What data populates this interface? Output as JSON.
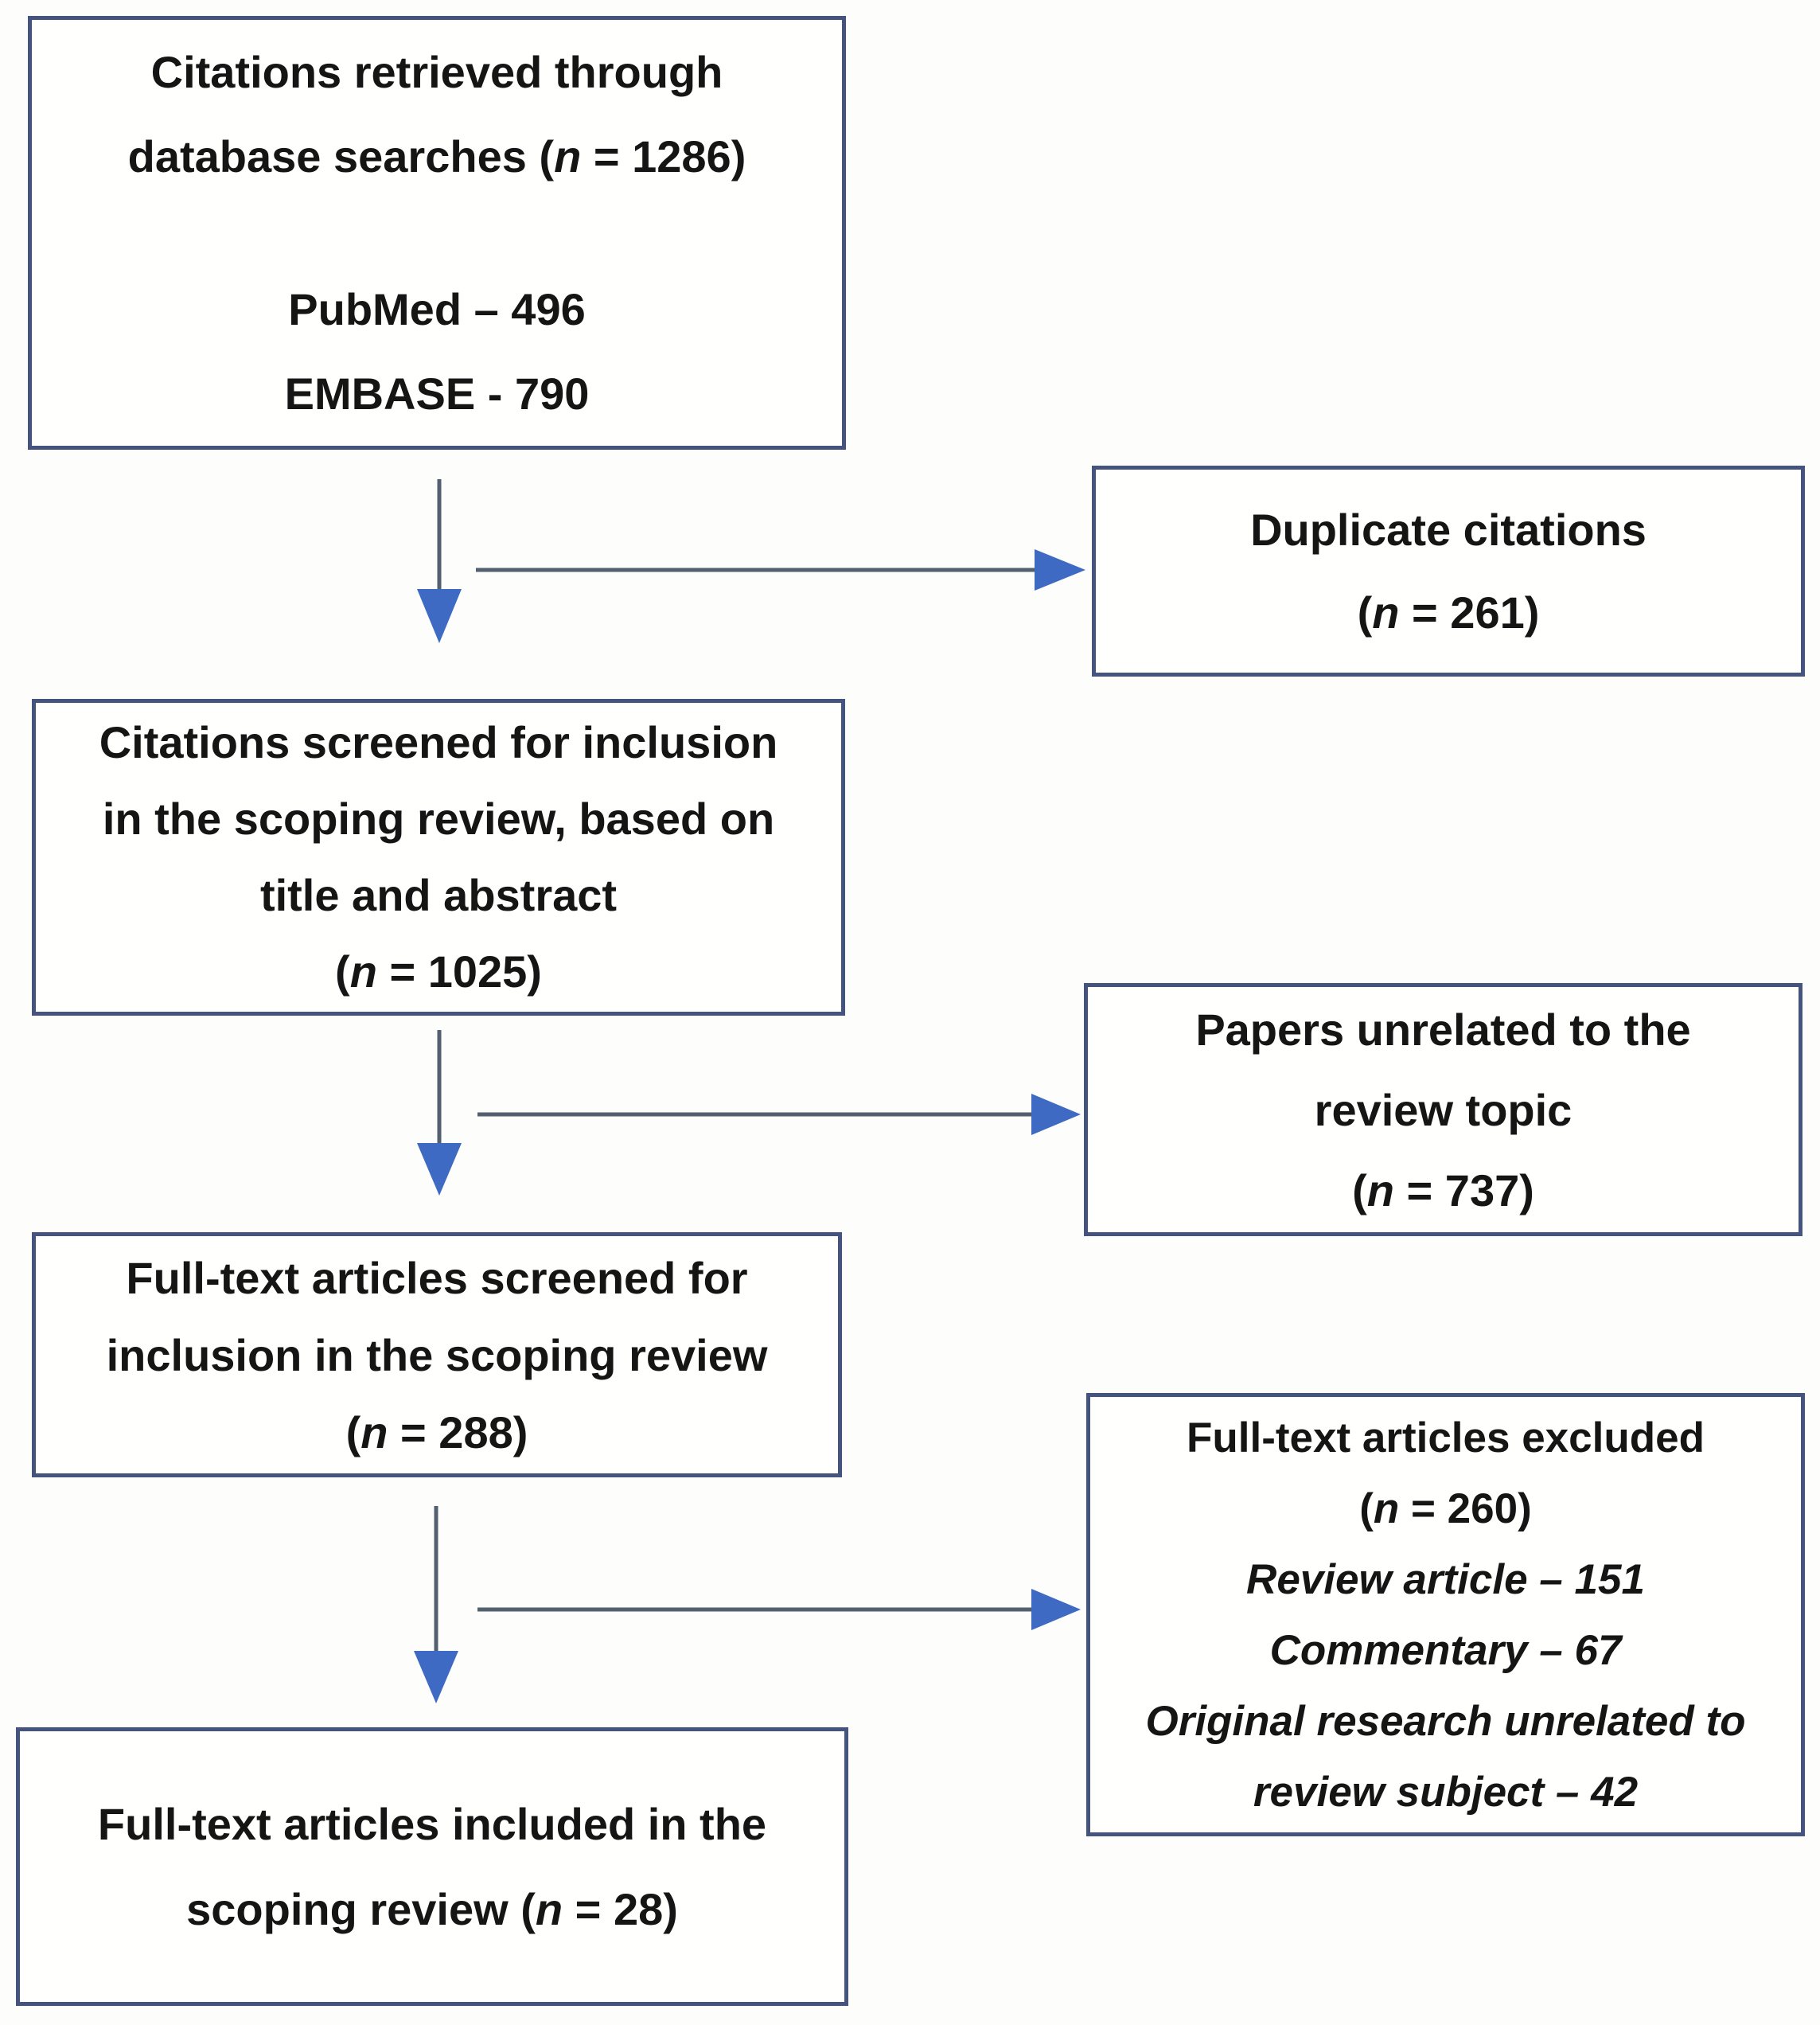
{
  "figure": {
    "type": "prisma-flow-diagram",
    "boxes": {
      "retrieved": {
        "l1": "Citations retrieved through",
        "l2_pre": "database searches (",
        "l2_n": "n",
        "l2_post": " = 1286)",
        "l3": "PubMed – 496",
        "l4": "EMBASE - 790"
      },
      "duplicates": {
        "l1": "Duplicate citations",
        "l2_pre": "(",
        "l2_n": "n",
        "l2_post": " = 261)"
      },
      "screened": {
        "l1": "Citations screened for inclusion",
        "l2": "in the scoping review, based on",
        "l3": "title and abstract",
        "l4_pre": "(",
        "l4_n": "n",
        "l4_post": " = 1025)"
      },
      "unrelated": {
        "l1": "Papers unrelated to the",
        "l2": "review topic",
        "l3_pre": "(",
        "l3_n": "n",
        "l3_post": " = 737)"
      },
      "fulltext": {
        "l1": "Full-text articles screened for",
        "l2": "inclusion in the scoping review",
        "l3_pre": "(",
        "l3_n": "n",
        "l3_post": " = 288)"
      },
      "excluded": {
        "l1": "Full-text articles excluded",
        "l2_pre": "(",
        "l2_n": "n",
        "l2_post": " = 260)",
        "l3": "Review article – 151",
        "l4": "Commentary – 67",
        "l5": "Original research unrelated to",
        "l6": "review subject – 42"
      },
      "included": {
        "l1": "Full-text articles included in the",
        "l2_pre": "scoping review (",
        "l2_n": "n",
        "l2_post": " = 28)"
      }
    },
    "connections": [
      {
        "from": "retrieved",
        "to": "screened",
        "type": "down-arrow"
      },
      {
        "from": "retrieved",
        "to": "duplicates",
        "type": "right-arrow"
      },
      {
        "from": "screened",
        "to": "fulltext",
        "type": "down-arrow"
      },
      {
        "from": "screened",
        "to": "unrelated",
        "type": "right-arrow"
      },
      {
        "from": "fulltext",
        "to": "included",
        "type": "down-arrow"
      },
      {
        "from": "fulltext",
        "to": "excluded",
        "type": "right-arrow"
      }
    ]
  },
  "colors": {
    "page-bg": "#fdfdfb",
    "box-bg": "#fffffe",
    "box-border": "#45537f",
    "arrow-shaft": "#53606f",
    "arrow-head": "#3e6ac4",
    "ink": "#151515"
  }
}
